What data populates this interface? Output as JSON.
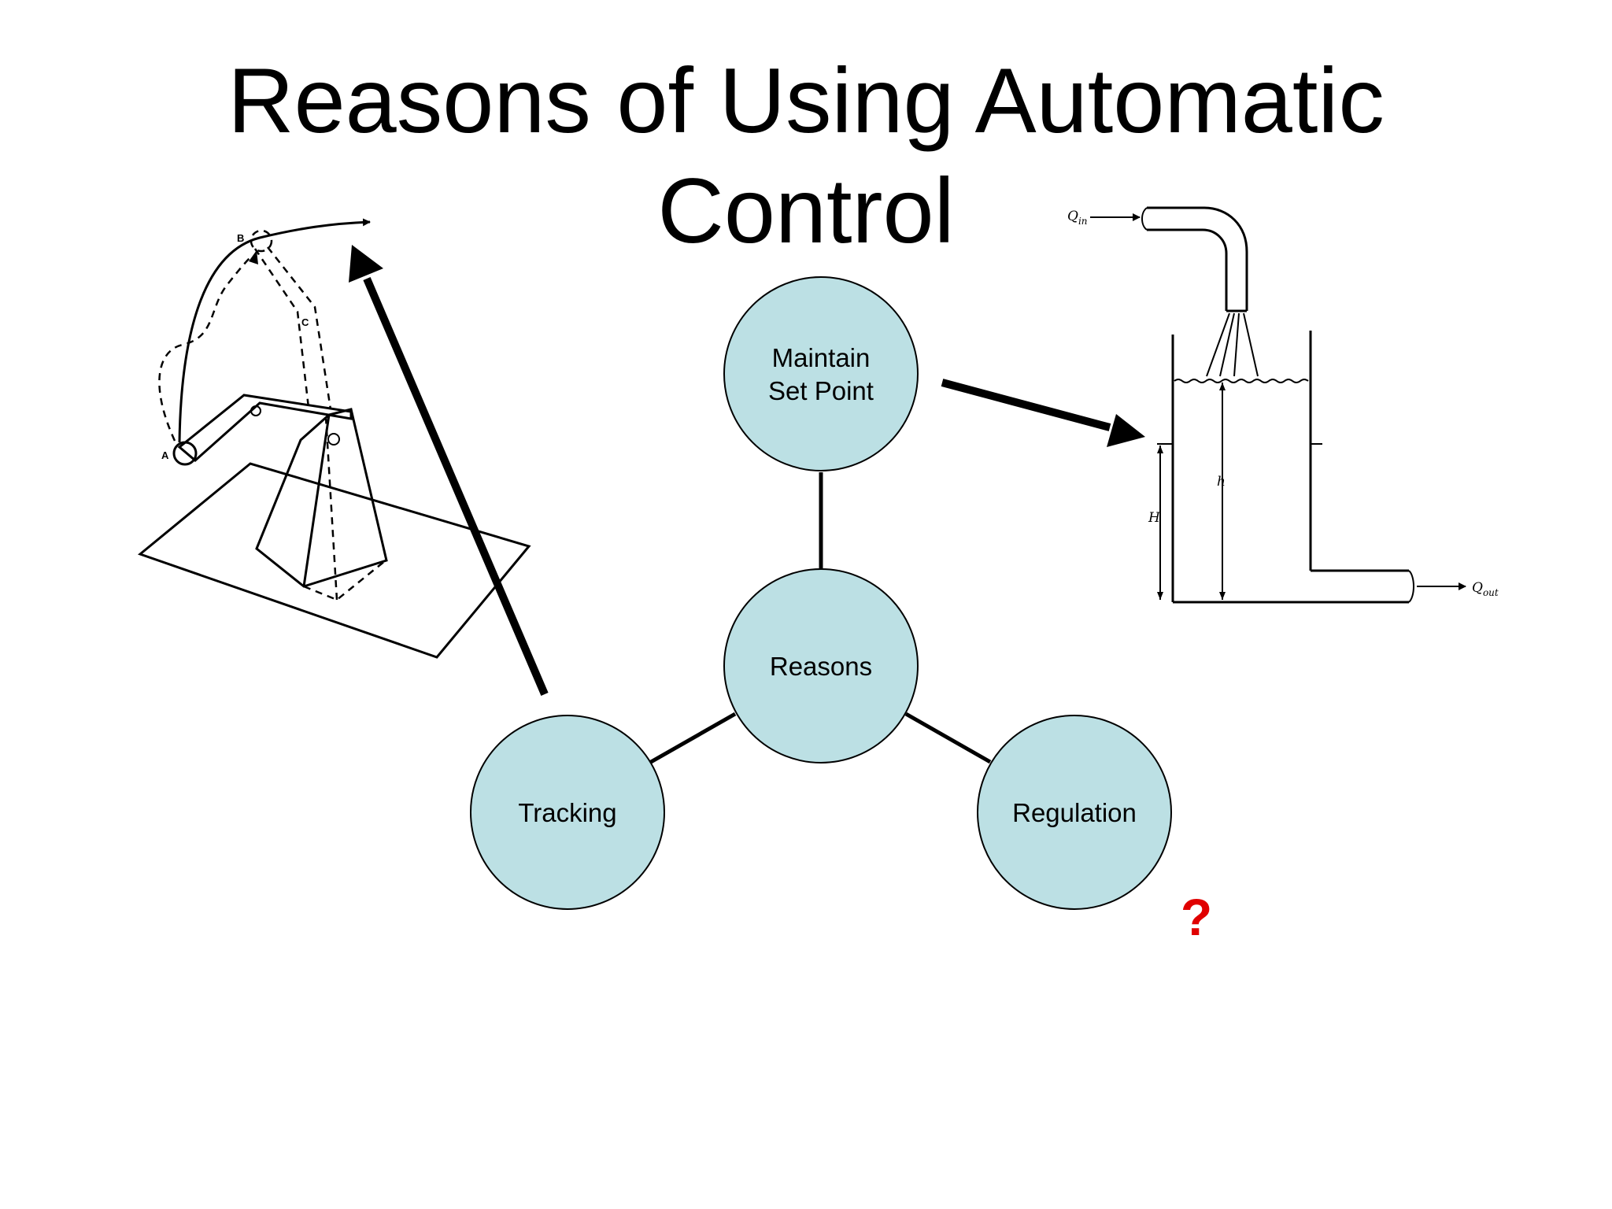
{
  "title": {
    "line1": "Reasons of Using Automatic",
    "line2": "Control"
  },
  "nodes": {
    "center": "Reasons",
    "top": [
      "Maintain",
      "Set Point"
    ],
    "left": "Tracking",
    "right": "Regulation"
  },
  "question_mark": {
    "text": "?",
    "color": "#e00000"
  },
  "colors": {
    "node_fill": "#bce0e4",
    "stroke": "#000000"
  },
  "robot_figure": {
    "labels": [
      "A",
      "B",
      "C"
    ]
  },
  "tank_figure": {
    "q_in": "Q",
    "q_in_sub": "in",
    "q_out": "Q",
    "q_out_sub": "out",
    "h_small": "h",
    "h_big": "H"
  }
}
